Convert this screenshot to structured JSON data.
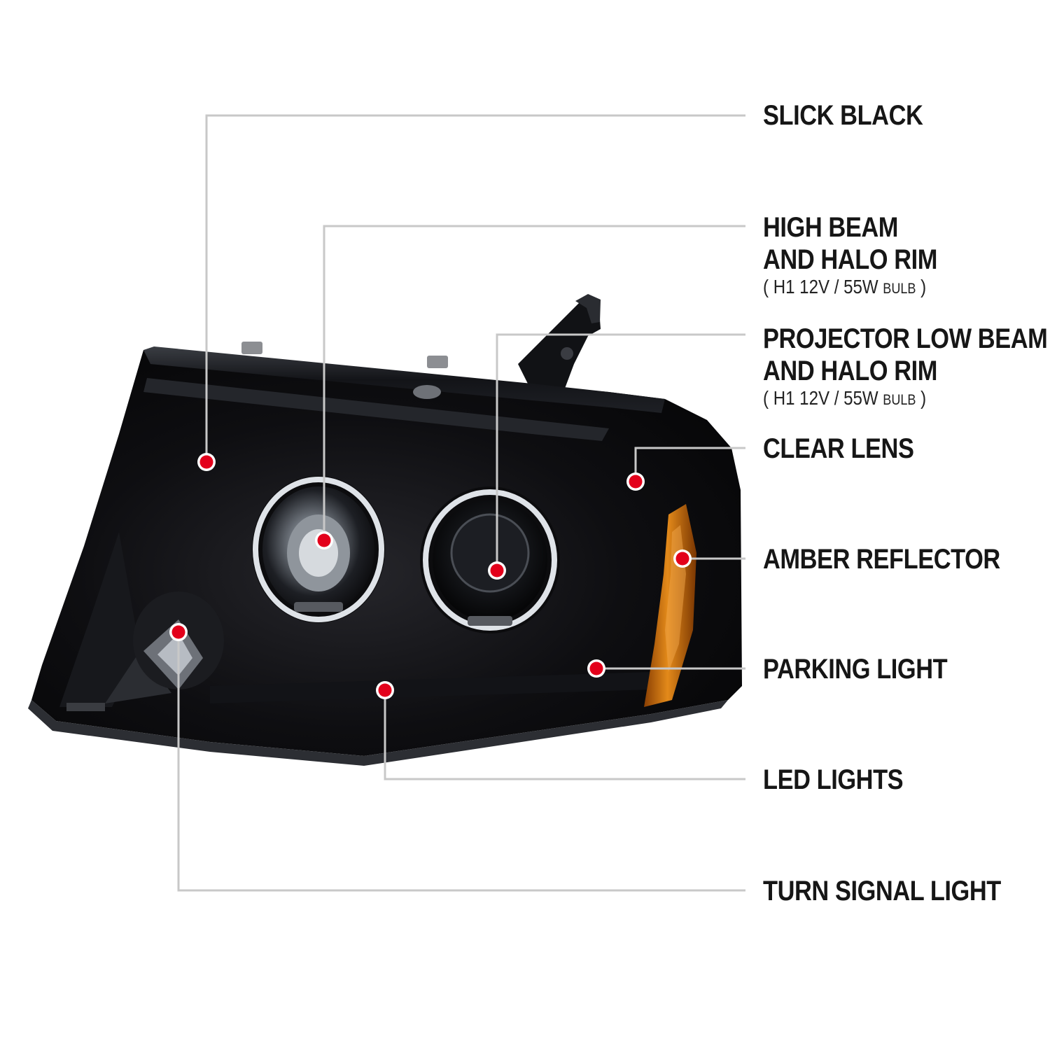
{
  "callouts": {
    "slick_black": {
      "label": "SLICK BLACK"
    },
    "high_beam": {
      "line1": "HIGH BEAM",
      "line2": "AND HALO RIM",
      "spec_open": "( H1  12V / 55W ",
      "spec_bulb": "BULB",
      "spec_close": " )"
    },
    "projector_low_beam": {
      "line1": "PROJECTOR LOW BEAM",
      "line2": "AND HALO RIM",
      "spec_open": "( H1  12V / 55W ",
      "spec_bulb": "BULB",
      "spec_close": " )"
    },
    "clear_lens": {
      "label": "CLEAR LENS"
    },
    "amber_reflector": {
      "label": "AMBER REFLECTOR"
    },
    "parking_light": {
      "label": "PARKING LIGHT"
    },
    "led_lights": {
      "label": "LED LIGHTS"
    },
    "turn_signal_light": {
      "label": "TURN SIGNAL LIGHT"
    }
  },
  "colors": {
    "leader_line": "#c8c8c8",
    "marker_red": "#e3001b",
    "marker_ring": "#ffffff",
    "housing_black": "#0a0a0c",
    "amber": "#d4780e",
    "halo": "#dfe3e8"
  }
}
